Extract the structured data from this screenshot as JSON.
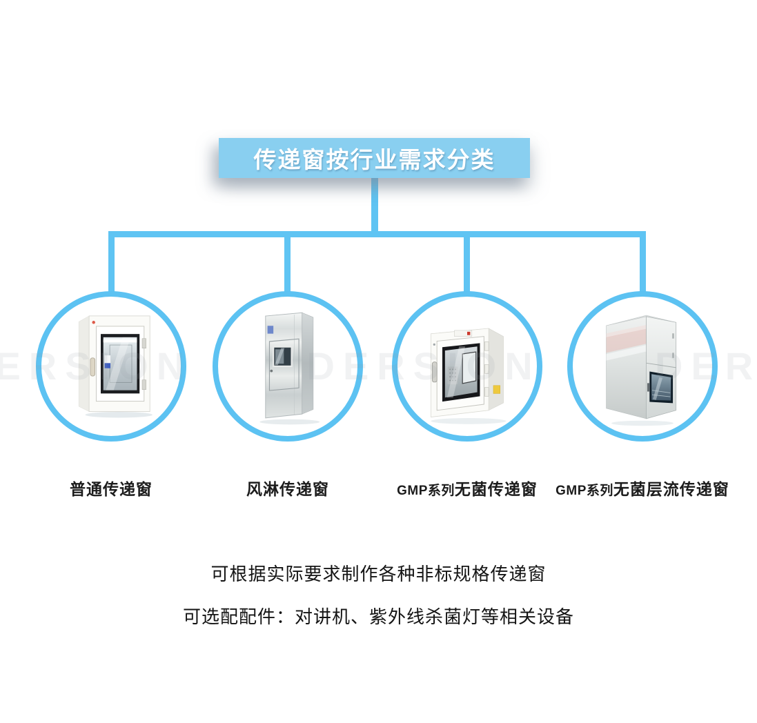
{
  "title": "传递窗按行业需求分类",
  "colors": {
    "banner_bg": "#89CFF0",
    "line": "#5FC4F3",
    "circle_border": "#5CC2F2"
  },
  "watermark": "DERSION      DERSION      DERSION",
  "categories": [
    {
      "label_prefix": "",
      "label": "普通传递窗",
      "image": "ordinary-pass-box-photo"
    },
    {
      "label_prefix": "",
      "label": "风淋传递窗",
      "image": "air-shower-pass-box-photo"
    },
    {
      "label_prefix": "GMP系列",
      "label": "无菌传递窗",
      "image": "gmp-sterile-pass-box-photo"
    },
    {
      "label_prefix": "GMP系列",
      "label": "无菌层流传递窗",
      "image": "gmp-laminar-flow-pass-box-photo"
    }
  ],
  "notes": [
    "可根据实际要求制作各种非标规格传递窗",
    "可选配配件：对讲机、紫外线杀菌灯等相关设备"
  ]
}
